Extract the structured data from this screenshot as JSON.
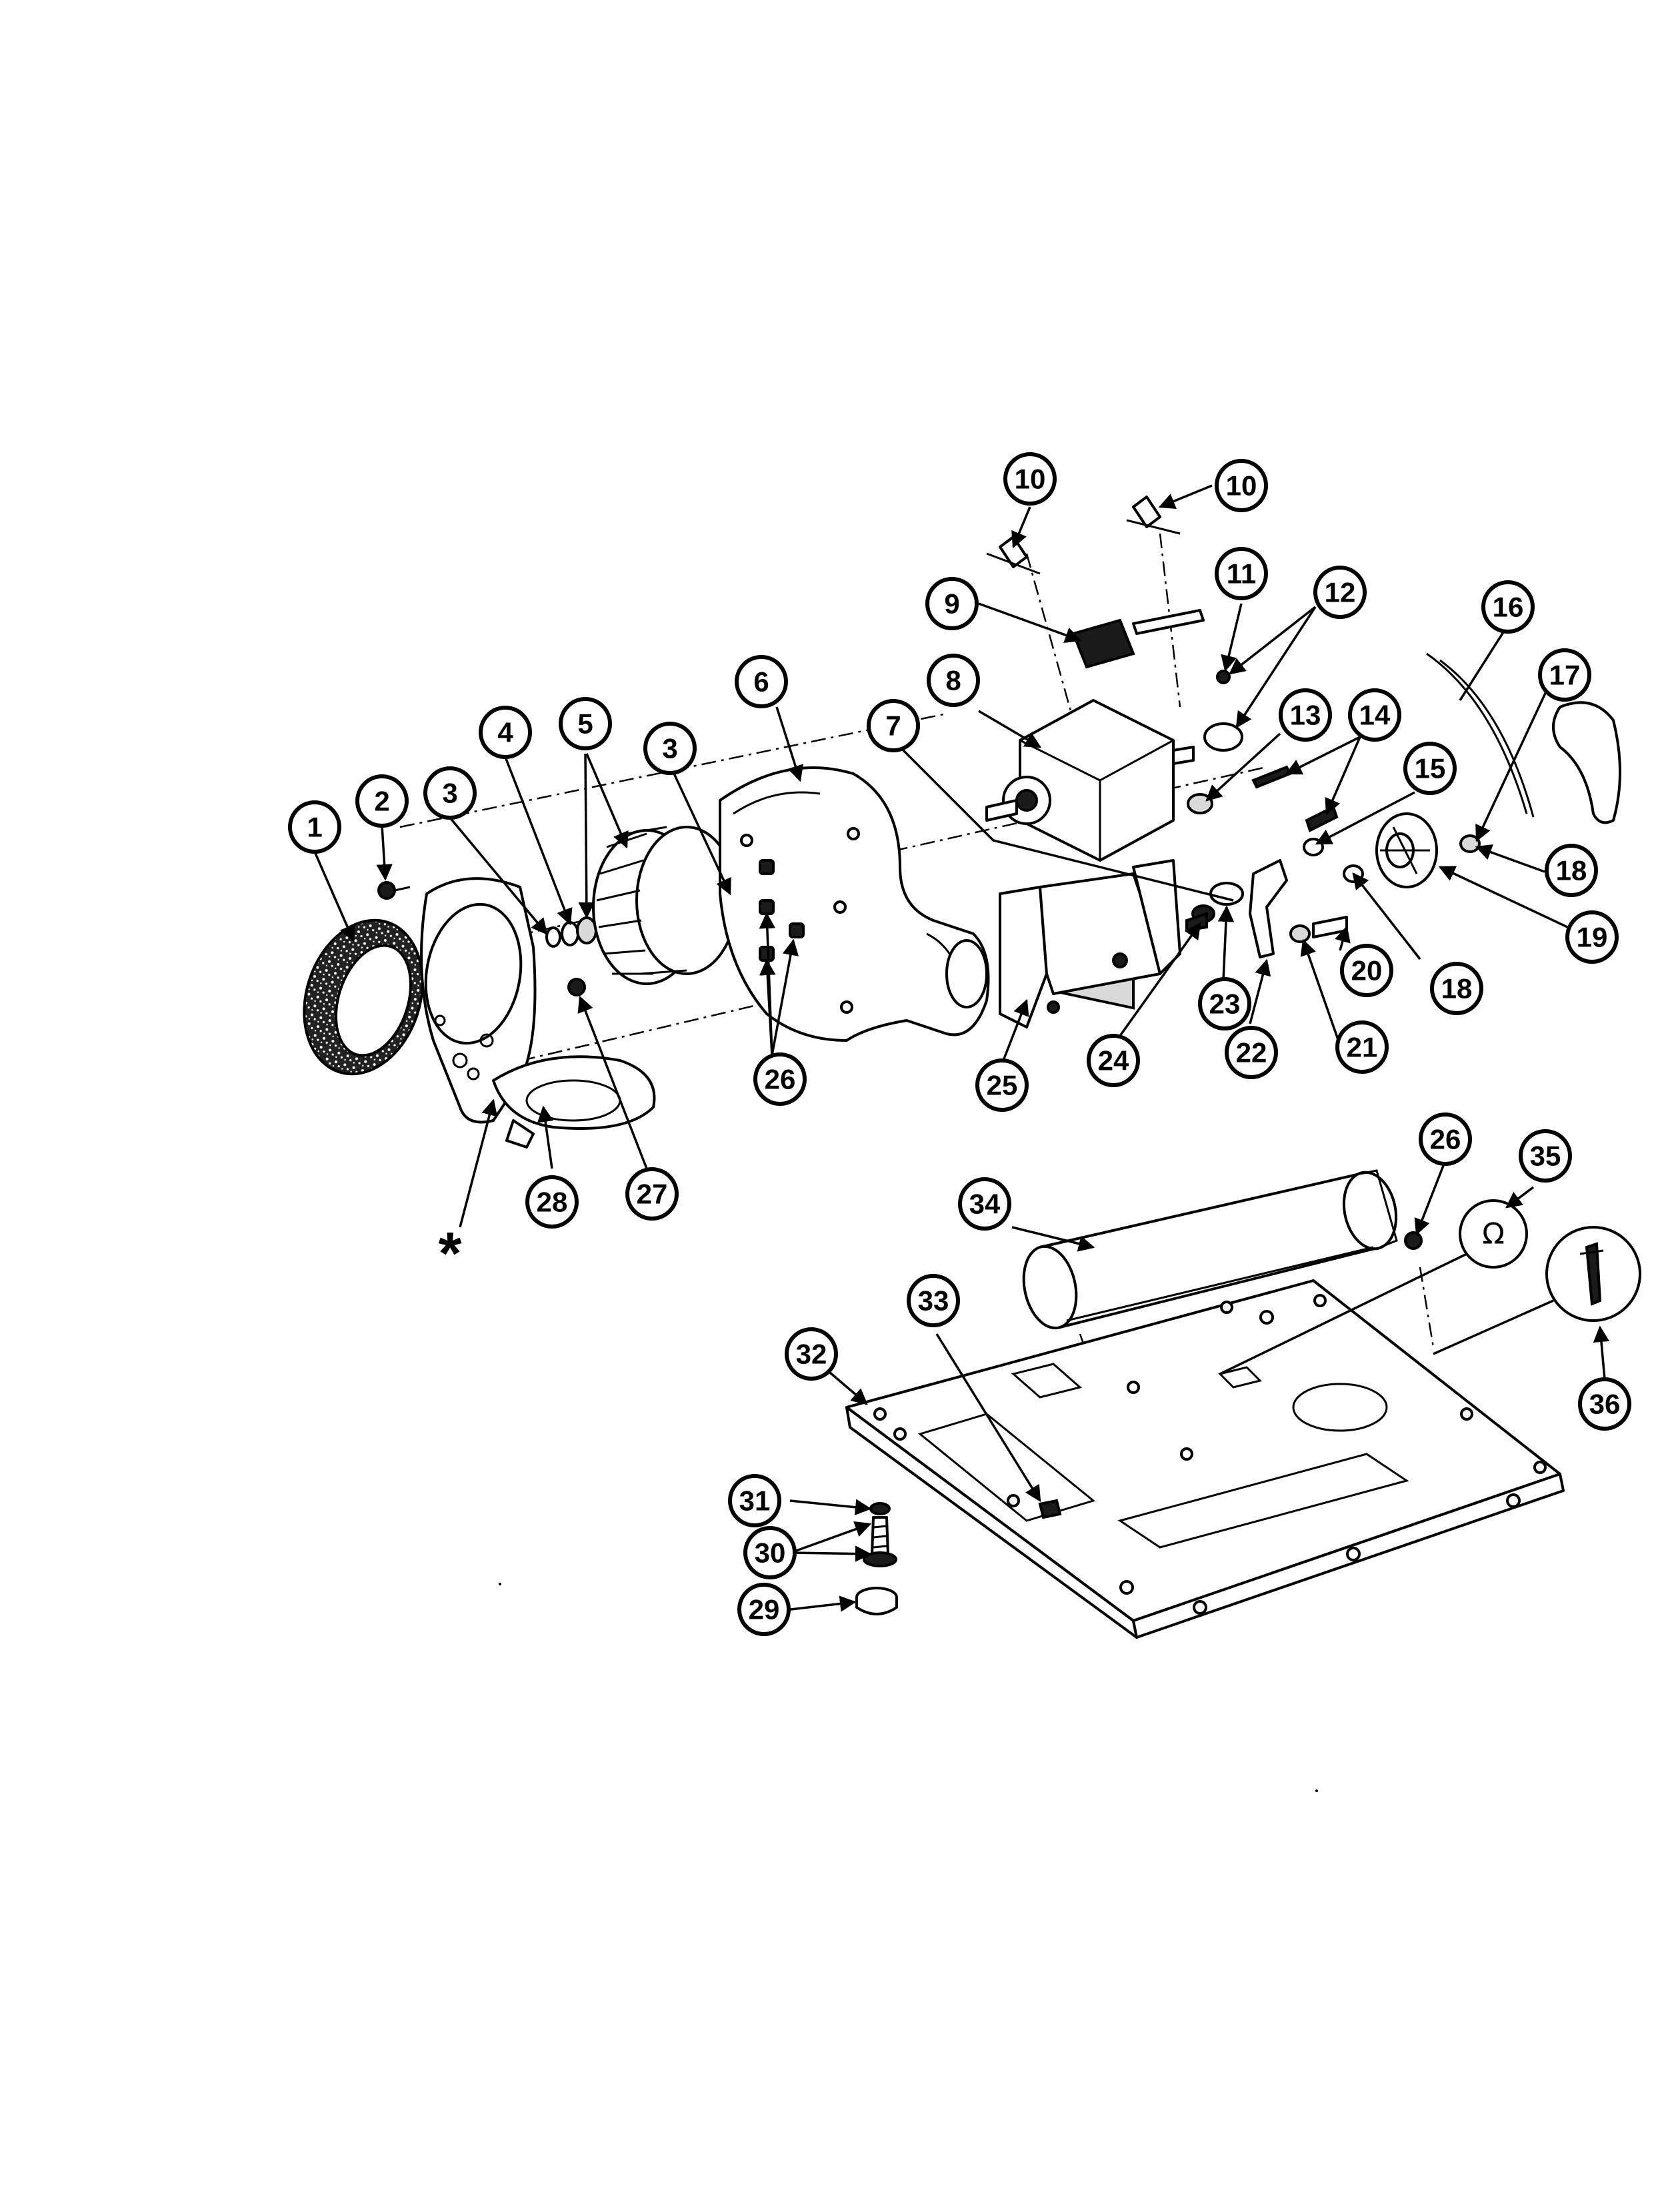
{
  "callouts": [
    "1",
    "2",
    "3",
    "3",
    "4",
    "5",
    "6",
    "7",
    "8",
    "9",
    "10",
    "10",
    "11",
    "12",
    "13",
    "14",
    "15",
    "16",
    "17",
    "18",
    "18",
    "19",
    "20",
    "21",
    "22",
    "23",
    "24",
    "25",
    "26",
    "26",
    "27",
    "28",
    "29",
    "30",
    "31",
    "32",
    "33",
    "34",
    "35",
    "36"
  ],
  "marks": {
    "asterisk": "*",
    "symbol_35": "Ω"
  },
  "colors": {
    "line": "#000000",
    "fill": "#ffffff",
    "dark": "#1a1a1a"
  }
}
